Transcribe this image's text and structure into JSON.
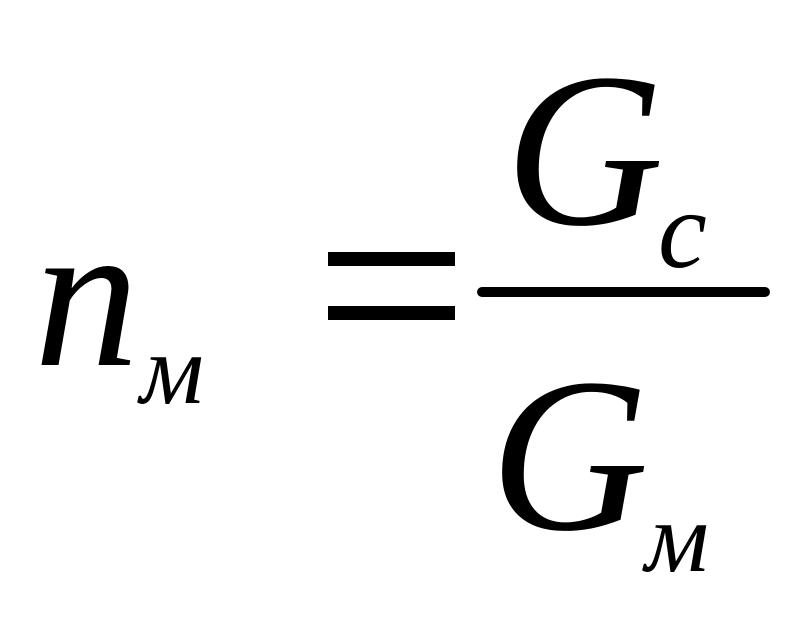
{
  "formula": {
    "lhs": {
      "symbol": "n",
      "subscript": "м"
    },
    "operator": "=",
    "numerator": {
      "symbol": "G",
      "subscript": "c"
    },
    "denominator": {
      "symbol": "G",
      "subscript": "м"
    }
  },
  "colors": {
    "background": "#ffffff",
    "ink": "#000000"
  }
}
